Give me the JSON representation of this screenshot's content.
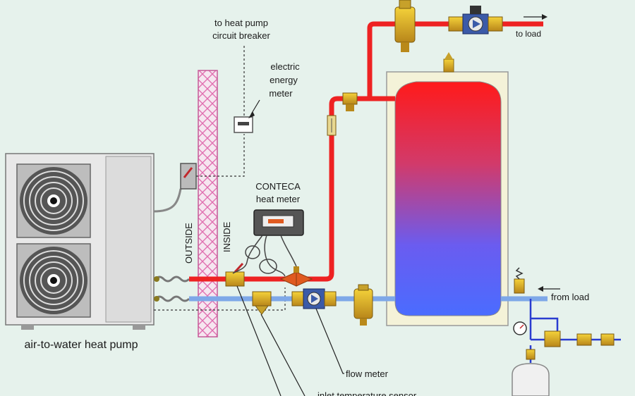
{
  "labels": {
    "circuit_breaker_line1": "to heat pump",
    "circuit_breaker_line2": "circuit breaker",
    "energy_meter_line1": "electric",
    "energy_meter_line2": "energy",
    "energy_meter_line3": "meter",
    "heat_meter_line1": "CONTECA",
    "heat_meter_line2": "heat meter",
    "outside": "OUTSIDE",
    "inside": "INSIDE",
    "to_load": "to load",
    "from_load": "from load",
    "flow_meter": "flow meter",
    "inlet_sensor": "inlet temperature sensor",
    "heat_pump": "air-to-water heat pump"
  },
  "colors": {
    "background": "#e6f2ec",
    "hot_pipe": "#ee2222",
    "cold_pipe": "#7ea8e8",
    "tank_top": "#ff1a1a",
    "tank_bottom": "#4a6cff",
    "insulation": "#e878b8"
  },
  "icons": {
    "fan": "fan-icon",
    "valve": "valve-icon",
    "pump": "circulator-pump-icon",
    "air_vent": "air-vent-icon",
    "pressure_gauge": "pressure-gauge-icon"
  }
}
